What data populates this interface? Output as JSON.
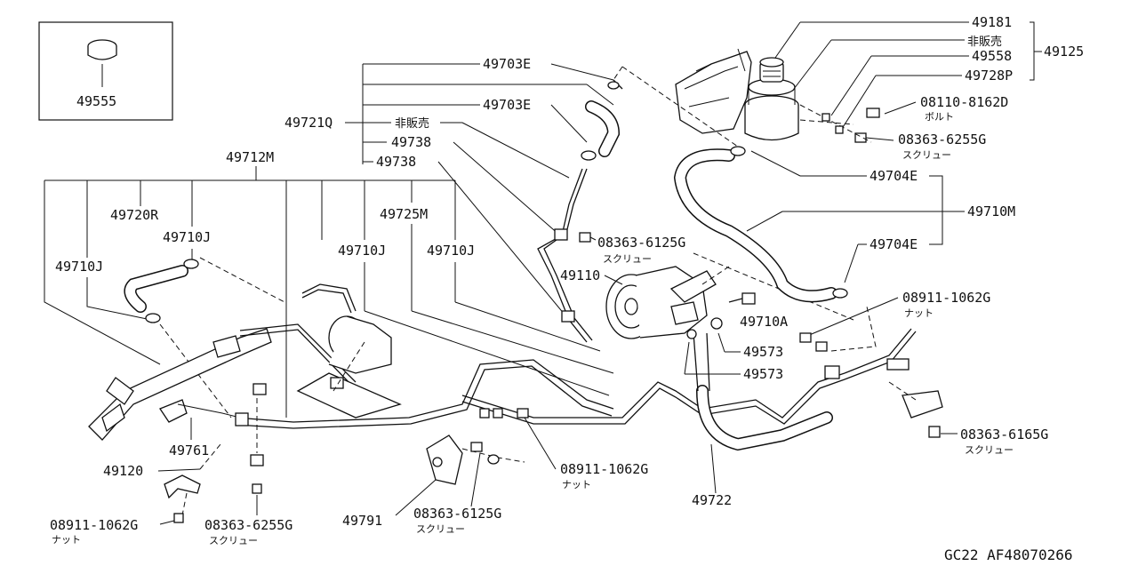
{
  "inset": {
    "part": "49555"
  },
  "labels": {
    "p49181": "49181",
    "p_notsold_top": "非販売",
    "p49558": "49558",
    "p49728P": "49728P",
    "p49125": "49125",
    "p08110": "08110-8162D",
    "bolt": "ボルト",
    "p08363_6255_top": "08363-6255G",
    "screw_top": "スクリュー",
    "p49703E_a": "49703E",
    "p49703E_b": "49703E",
    "p49721Q": "49721Q",
    "p_notsold_mid": "非販売",
    "p49738_a": "49738",
    "p49738_b": "49738",
    "p49712M": "49712M",
    "p49720R": "49720R",
    "p49710J_a": "49710J",
    "p49710J_b": "49710J",
    "p49725M": "49725M",
    "p49710J_c": "49710J",
    "p49710J_d": "49710J",
    "p49704E_a": "49704E",
    "p49710M": "49710M",
    "p49704E_b": "49704E",
    "p08363_6125_top": "08363-6125G",
    "screw_mid": "スクリュー",
    "p49110": "49110",
    "p08911_right": "08911-1062G",
    "nut_right": "ナット",
    "p49710A": "49710A",
    "p49573_a": "49573",
    "p49573_b": "49573",
    "p49761": "49761",
    "p49120": "49120",
    "p08911_left": "08911-1062G",
    "nut_left": "ナット",
    "p08363_6255_bot": "08363-6255G",
    "screw_bot": "スクリュー",
    "p49791": "49791",
    "p08363_6125_bot": "08363-6125G",
    "screw_bot2": "スクリュー",
    "p08911_mid": "08911-1062G",
    "nut_mid": "ナット",
    "p49722": "49722",
    "p08363_6165": "08363-6165G",
    "screw_right": "スクリュー"
  },
  "footer": {
    "code": "GC22  AF48070266"
  }
}
